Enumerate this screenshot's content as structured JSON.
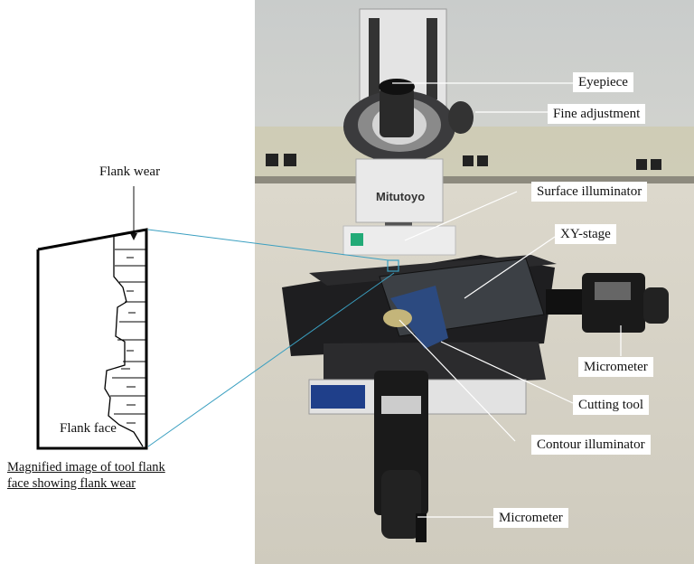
{
  "diagram": {
    "title_left": "Flank wear",
    "face_label": "Flank face",
    "caption_line1": "Magnified image of tool flank",
    "caption_line2": "face showing flank wear"
  },
  "labels": {
    "eyepiece": "Eyepiece",
    "fine_adjustment": "Fine adjustment",
    "surface_illuminator": "Surface illuminator",
    "xy_stage": "XY-stage",
    "micrometer_right": "Micrometer",
    "cutting_tool": "Cutting tool",
    "contour_illuminator": "Contour illuminator",
    "micrometer_bottom": "Micrometer"
  },
  "photo": {
    "brand": "Mitutoyo"
  },
  "colors": {
    "zoom_lines": "#3a9fc0",
    "wall": "#d6d3c8",
    "device_dark": "#1d1d1f",
    "device_light": "#e8e8e8"
  }
}
